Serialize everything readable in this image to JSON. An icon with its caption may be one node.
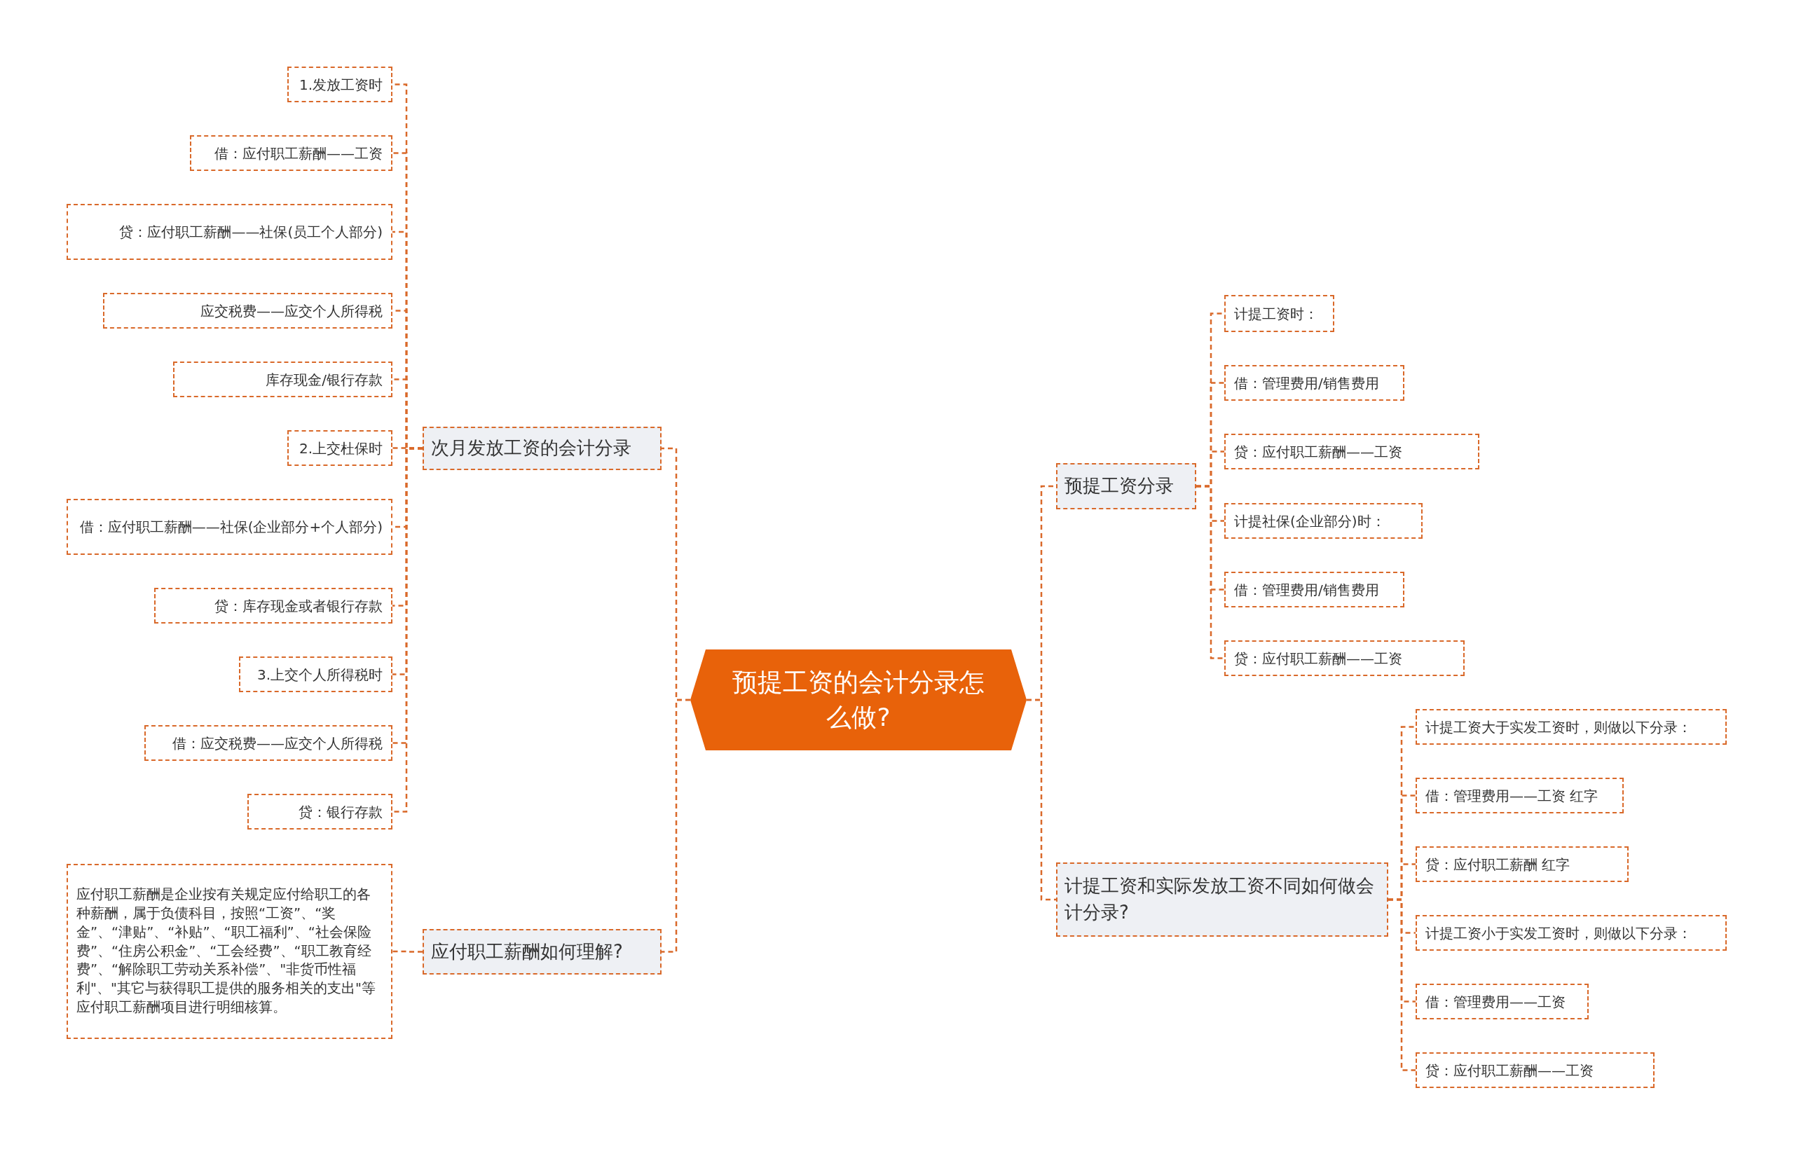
{
  "diagram": {
    "nodes": [
      {
        "text": [
          "预提工资的会计分录怎么做?"
        ]
      },
      {
        "text": [
          "次月发放工资的会计分录"
        ]
      },
      {
        "text": [
          "1.发放工资时"
        ]
      },
      {
        "text": [
          "借：应付职工薪酬——工资"
        ]
      },
      {
        "text": [
          "贷：应付职工薪酬——社保(员工个人部分)"
        ]
      },
      {
        "text": [
          "应交税费——应交个人所得税"
        ]
      },
      {
        "text": [
          "库存现金/银行存款"
        ]
      },
      {
        "text": [
          "2.上交杜保时"
        ]
      },
      {
        "text": [
          "借：应付职工薪酬——社保(企业部分+个人部分)"
        ]
      },
      {
        "text": [
          "贷：库存现金或者银行存款"
        ]
      },
      {
        "text": [
          "3.上交个人所得税时"
        ]
      },
      {
        "text": [
          "借：应交税费——应交个人所得税"
        ]
      },
      {
        "text": [
          "贷：银行存款"
        ]
      },
      {
        "text": [
          "应付职工薪酬如何理解?"
        ]
      },
      {
        "text": [
          "应付职工薪酬是企业按有关规定应付给职工的各种薪酬，属于负债科目，按照“工资”、“奖金”、“津贴”、“补贴”、“职工福利”、“社会保险费”、“住房公积金”、“工会经费”、“职工教育经费”、“解除职工劳动关系补偿”、\"非货币性福利\"、\"其它与获得职工提供的服务相关的支出\"等应付职工薪酬项目进行明细核算。"
        ]
      },
      {
        "text": [
          "预提工资分录"
        ]
      },
      {
        "text": [
          "计提工资时："
        ]
      },
      {
        "text": [
          "借：管理费用/销售费用"
        ]
      },
      {
        "text": [
          "贷：应付职工薪酬——工资"
        ]
      },
      {
        "text": [
          "计提社保(企业部分)时："
        ]
      },
      {
        "text": [
          "借：管理费用/销售费用"
        ]
      },
      {
        "text": [
          "贷：应付职工薪酬——工资"
        ]
      },
      {
        "text": [
          "计提工资和实际发放工资不同如何做会计分录?"
        ]
      },
      {
        "text": [
          "计提工资大于实发工资时，则做以下分录："
        ]
      },
      {
        "text": [
          "借：管理费用——工资 红字"
        ]
      },
      {
        "text": [
          "贷：应付职工薪酬 红字"
        ]
      },
      {
        "text": [
          "计提工资小于实发工资时，则做以下分录："
        ]
      },
      {
        "text": [
          "借：管理费用——工资"
        ]
      },
      {
        "text": [
          "贷：应付职工薪酬——工资"
        ]
      }
    ],
    "edges": [
      {
        "from": 0,
        "to": 1,
        "arrow": "none"
      },
      {
        "from": 0,
        "to": 13,
        "arrow": "none"
      },
      {
        "from": 0,
        "to": 15,
        "arrow": "none"
      },
      {
        "from": 0,
        "to": 22,
        "arrow": "none"
      },
      {
        "from": 1,
        "to": 2,
        "arrow": "none"
      },
      {
        "from": 1,
        "to": 3,
        "arrow": "none"
      },
      {
        "from": 1,
        "to": 4,
        "arrow": "none"
      },
      {
        "from": 1,
        "to": 5,
        "arrow": "none"
      },
      {
        "from": 1,
        "to": 6,
        "arrow": "none"
      },
      {
        "from": 1,
        "to": 7,
        "arrow": "none"
      },
      {
        "from": 1,
        "to": 8,
        "arrow": "none"
      },
      {
        "from": 1,
        "to": 9,
        "arrow": "none"
      },
      {
        "from": 1,
        "to": 10,
        "arrow": "none"
      },
      {
        "from": 1,
        "to": 11,
        "arrow": "none"
      },
      {
        "from": 1,
        "to": 12,
        "arrow": "none"
      },
      {
        "from": 13,
        "to": 14,
        "arrow": "none"
      },
      {
        "from": 15,
        "to": 16,
        "arrow": "none"
      },
      {
        "from": 15,
        "to": 17,
        "arrow": "none"
      },
      {
        "from": 15,
        "to": 18,
        "arrow": "none"
      },
      {
        "from": 15,
        "to": 19,
        "arrow": "none"
      },
      {
        "from": 15,
        "to": 20,
        "arrow": "none"
      },
      {
        "from": 15,
        "to": 21,
        "arrow": "none"
      },
      {
        "from": 22,
        "to": 23,
        "arrow": "none"
      },
      {
        "from": 22,
        "to": 24,
        "arrow": "none"
      },
      {
        "from": 22,
        "to": 25,
        "arrow": "none"
      },
      {
        "from": 22,
        "to": 26,
        "arrow": "none"
      },
      {
        "from": 22,
        "to": 27,
        "arrow": "none"
      },
      {
        "from": 22,
        "to": 28,
        "arrow": "none"
      }
    ]
  }
}
